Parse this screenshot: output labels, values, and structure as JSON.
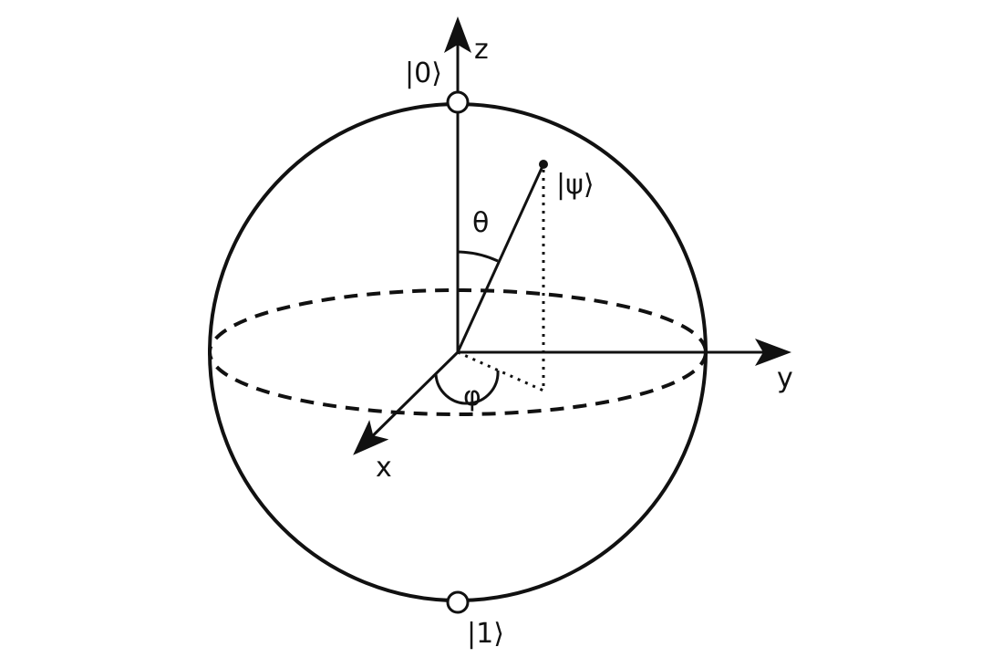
{
  "colors": {
    "stroke": "#111111",
    "background": "#ffffff"
  },
  "labels": {
    "z_axis": "z",
    "y_axis": "y",
    "x_axis": "x",
    "ket_zero": "|0⟩",
    "ket_one": "|1⟩",
    "ket_psi": "|ψ⟩",
    "theta": "θ",
    "phi": "φ"
  }
}
